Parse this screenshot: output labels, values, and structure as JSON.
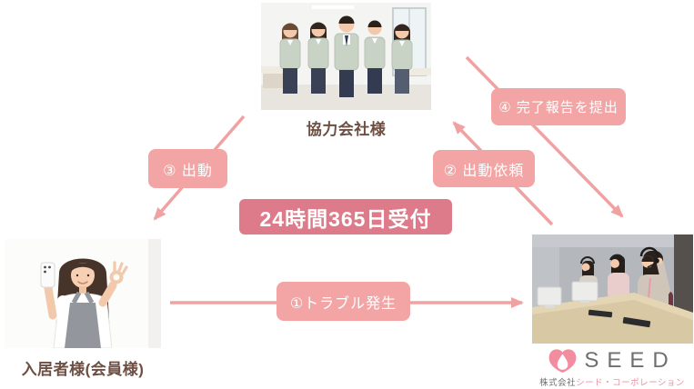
{
  "colors": {
    "badge_pink": "#F3A5A5",
    "main_badge_pink": "#DE7B8B",
    "arrow_pink": "#F0A2A2",
    "label_brown": "#6E4F43",
    "seed_logo_pink": "#F48CA0",
    "seed_logo_gray": "#6F6F6F"
  },
  "center_badge": {
    "label": "24時間365日受付"
  },
  "badges": {
    "step1": {
      "label": "①トラブル発生"
    },
    "step2": {
      "label": "② 出動依頼"
    },
    "step3": {
      "label": "③ 出動"
    },
    "step4": {
      "label": "④ 完了報告を提出"
    }
  },
  "nodes": {
    "partner": {
      "label": "協力会社様"
    },
    "resident": {
      "label": "入居者様(会員様)"
    },
    "seed": {
      "logo": "SEED",
      "company_prefix": "株式会社",
      "company_name": "シード・コーポレーション"
    }
  }
}
